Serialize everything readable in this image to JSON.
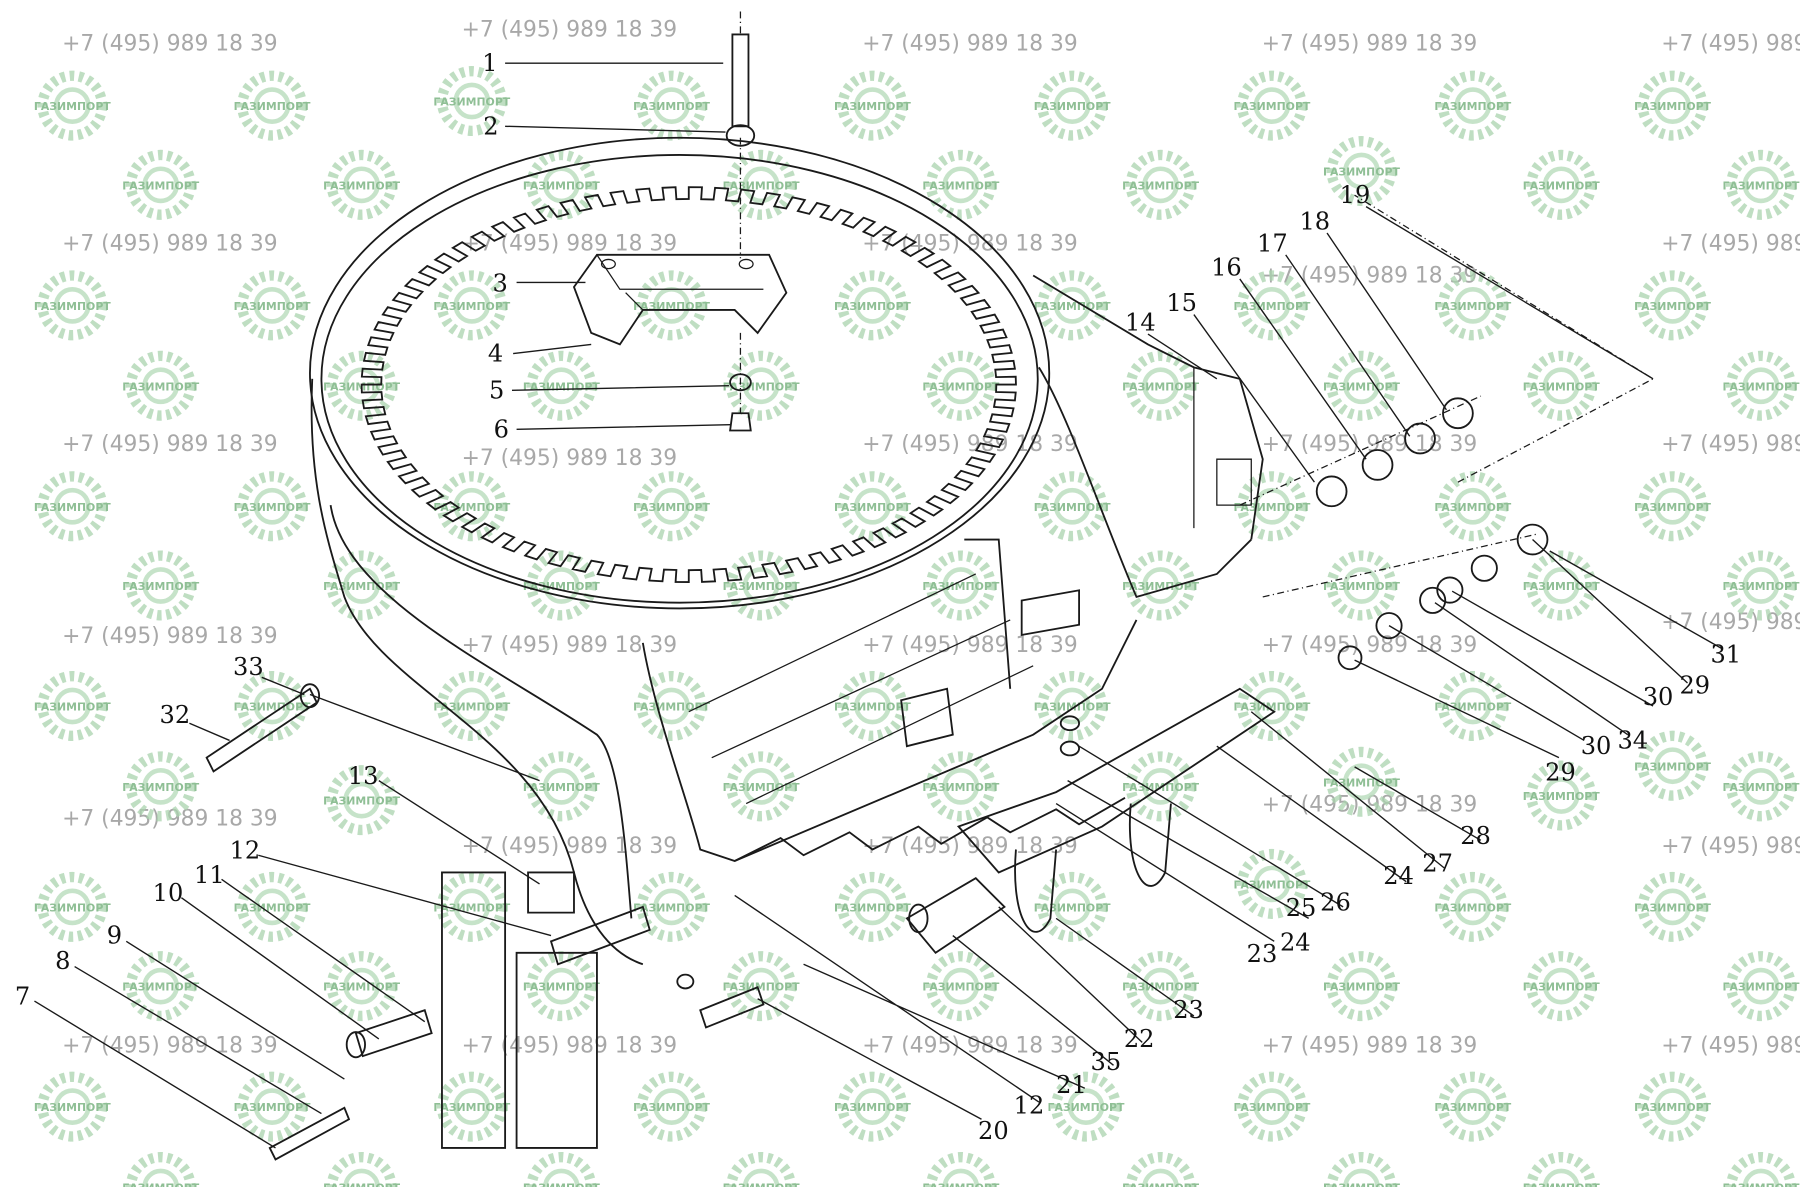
{
  "watermark": {
    "phone": "+7 (495) 989 18 39",
    "logo_text": "ГАЗИМПОРТ",
    "logo_color": "#9fcca5"
  },
  "part_labels": [
    "1",
    "2",
    "3",
    "4",
    "5",
    "6",
    "7",
    "8",
    "9",
    "10",
    "11",
    "12",
    "13",
    "14",
    "15",
    "16",
    "17",
    "18",
    "19",
    "20",
    "21",
    "35",
    "22",
    "23",
    "12",
    "23",
    "24",
    "25",
    "26",
    "24",
    "27",
    "28",
    "29",
    "30",
    "34",
    "30",
    "29",
    "31",
    "32",
    "33"
  ]
}
